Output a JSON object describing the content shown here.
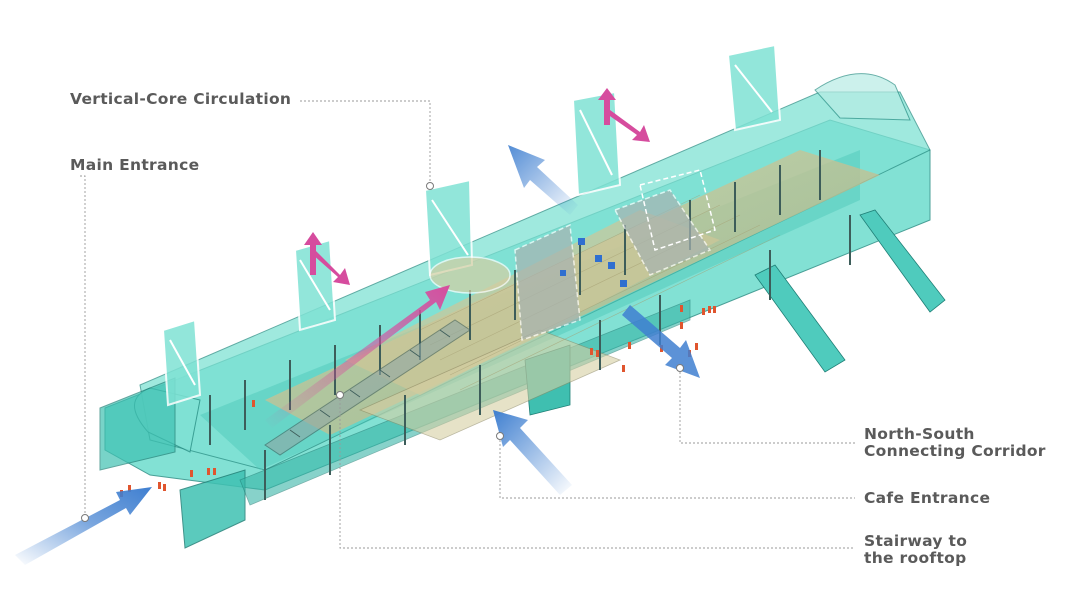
{
  "labels": {
    "vertical_core": "Vertical-Core Circulation",
    "main_entrance": "Main Entrance",
    "north_south": {
      "line1": "North-South",
      "line2": "Connecting Corridor"
    },
    "cafe_entrance": "Cafe Entrance",
    "stairway": {
      "line1": "Stairway to",
      "line2": "the rooftop"
    }
  },
  "colors": {
    "teal_body": "#5fd6c8",
    "teal_dark": "#2fa99b",
    "teal_edge": "#1f7f76",
    "roof_tan": "#c9bf8a",
    "arrow_blue": "#3f7fd0",
    "arrow_pink": "#d64c9e",
    "label_text": "#5a5a5a",
    "leader_line": "#9a9a9a",
    "marker_red": "#e0552e"
  }
}
